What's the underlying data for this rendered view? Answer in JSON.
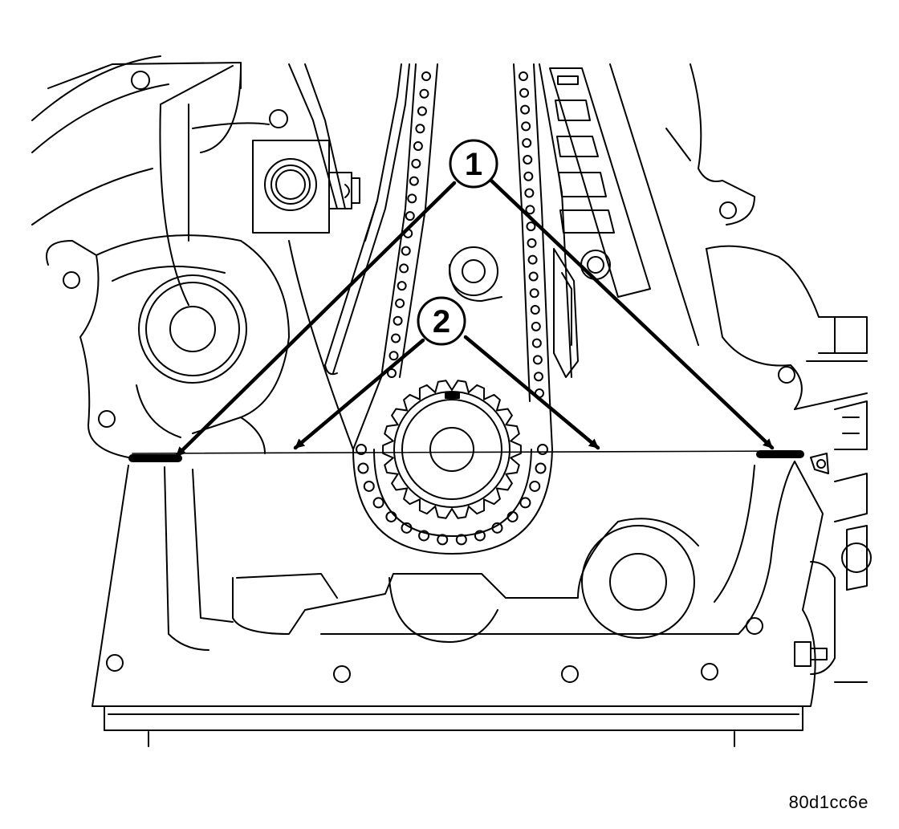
{
  "callouts": [
    {
      "label": "1"
    },
    {
      "label": "2"
    }
  ],
  "figure_code": "80d1cc6e",
  "colors": {
    "line": "#000000",
    "background": "#ffffff"
  }
}
